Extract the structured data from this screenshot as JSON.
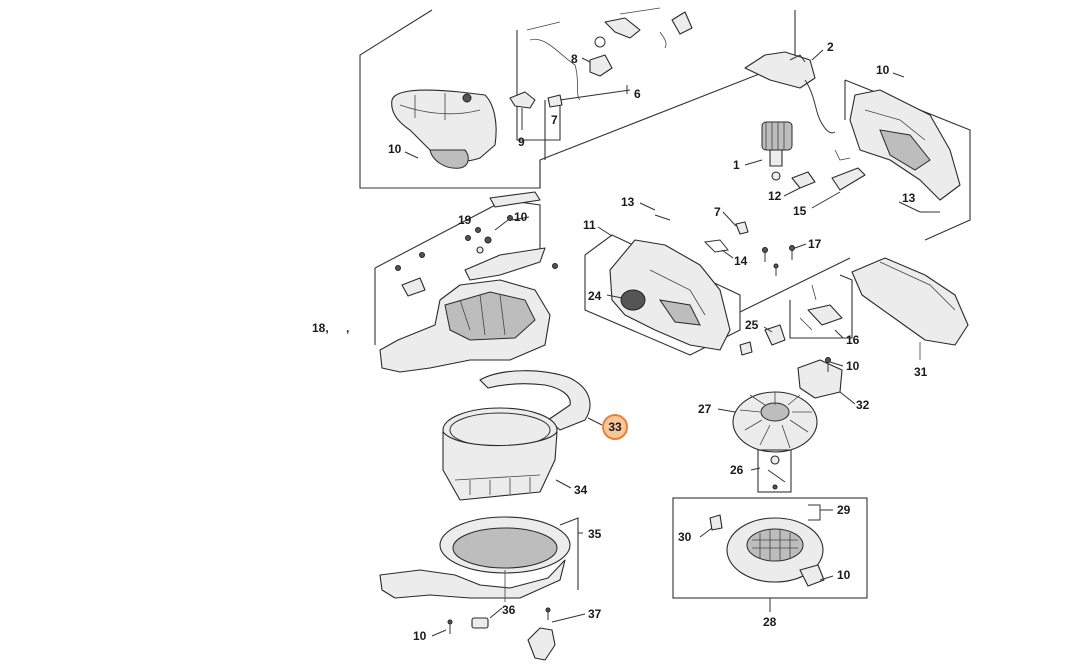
{
  "diagram": {
    "highlight_color": "#f4a261",
    "highlighted_label": "33",
    "labels": {
      "l2": "2",
      "l10a": "10",
      "l10b": "10",
      "l8": "8",
      "l7a": "7",
      "l9": "9",
      "l6": "6",
      "l1": "1",
      "l12": "12",
      "l15": "15",
      "l13a": "13",
      "l13b": "13",
      "l7b": "7",
      "l11": "11",
      "l14": "14",
      "l17": "17",
      "l19": "19",
      "l10c": "10",
      "l24": "24",
      "l18": "18,",
      "lcomma": ",",
      "l25": "25",
      "l16": "16",
      "l10d": "10",
      "l31": "31",
      "l32": "32",
      "l27": "27",
      "l33": "33",
      "l26": "26",
      "l34": "34",
      "l29": "29",
      "l30": "30",
      "l35": "35",
      "l10e": "10",
      "l28": "28",
      "l36": "36",
      "l37": "37",
      "l10f": "10"
    }
  }
}
